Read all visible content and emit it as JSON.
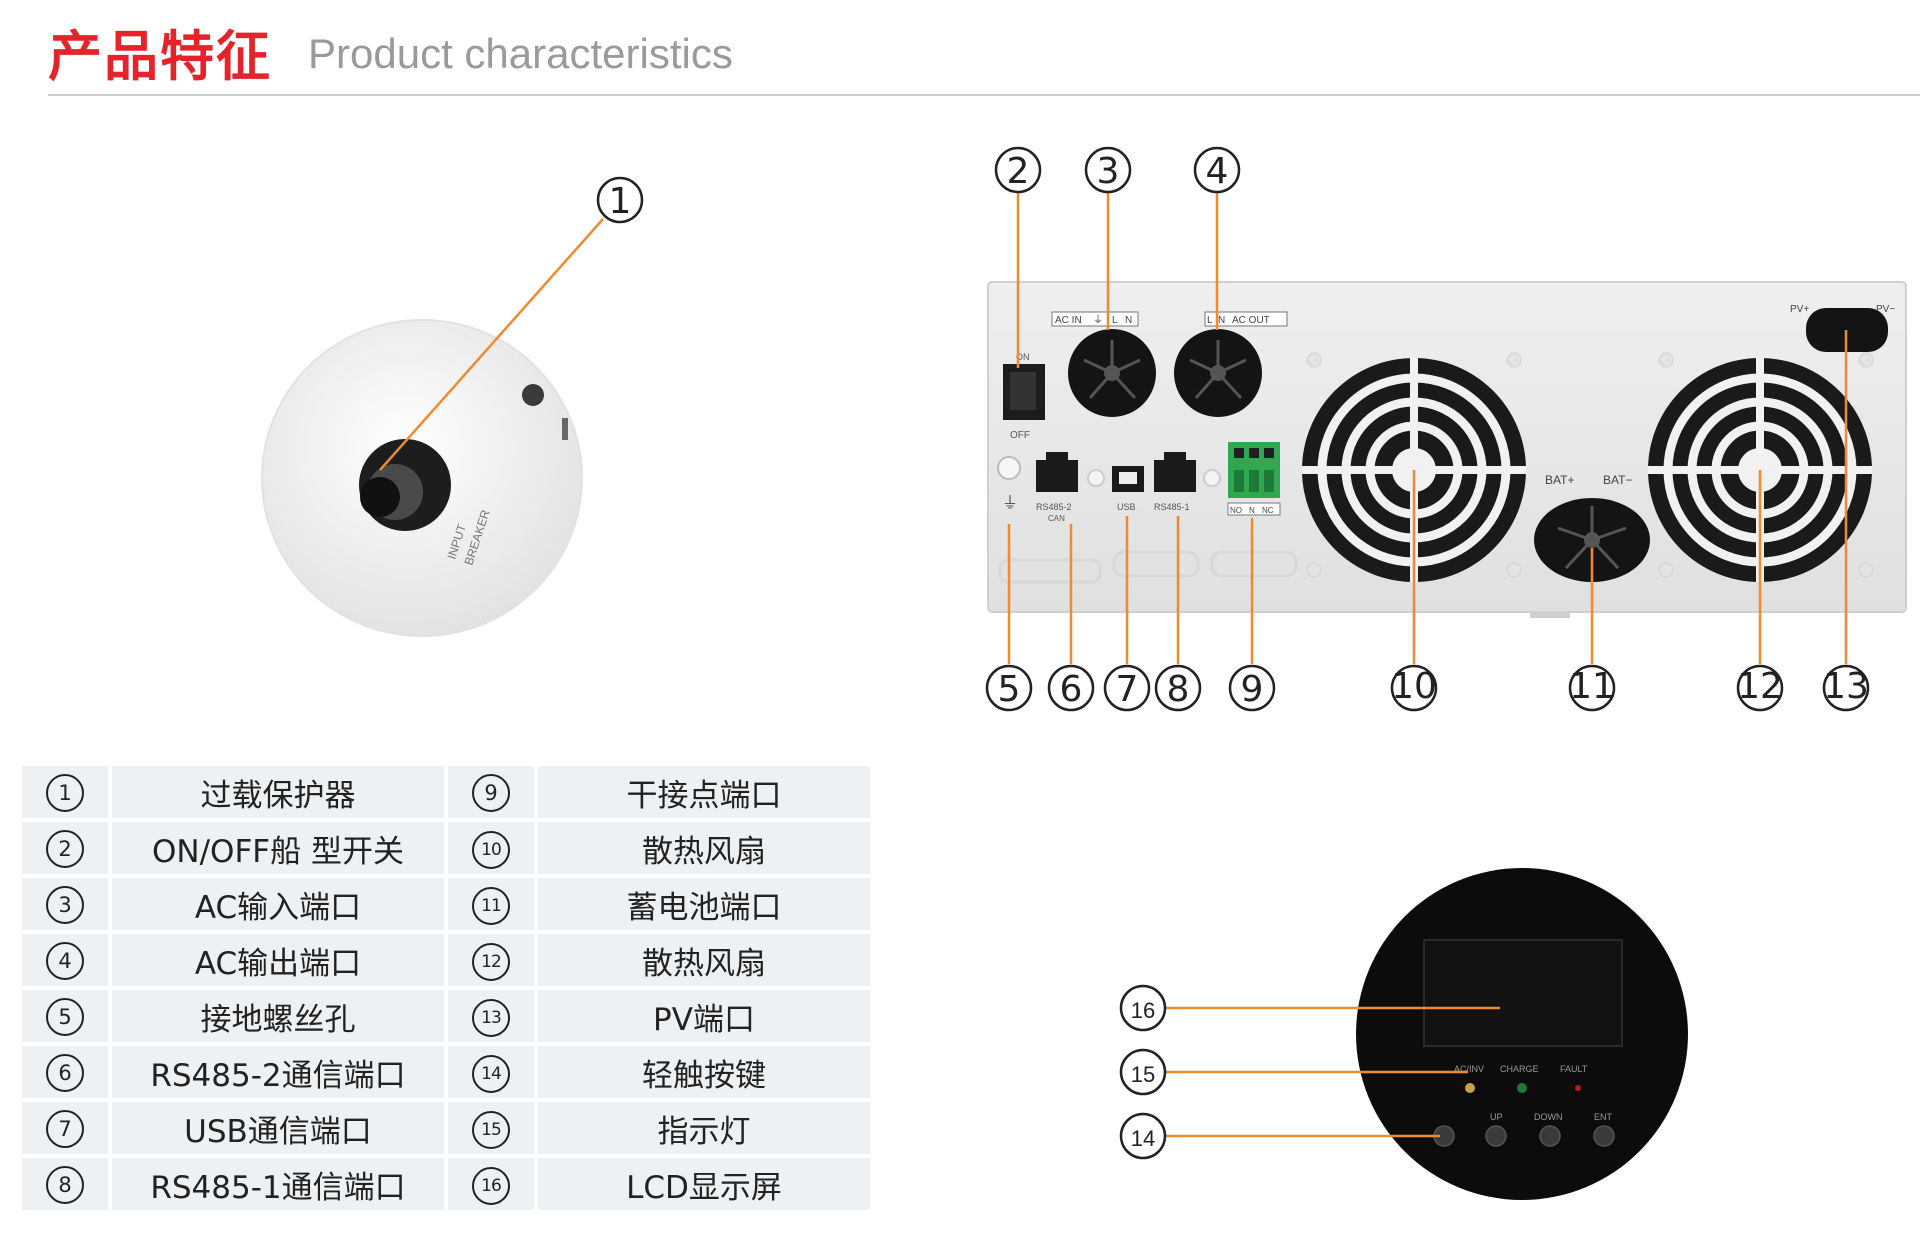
{
  "header": {
    "title": "产品特征",
    "subtitle": "Product characteristics"
  },
  "colors": {
    "accent": "#e4242a",
    "leader_line": "#f08a2c",
    "panel_dark": "#0c0c0c"
  },
  "breaker": {
    "label_line1": "INPUT",
    "label_line2": "BREAKER"
  },
  "rear_panel": {
    "ac_in_label": "AC IN",
    "ac_in_terms": [
      "⏚",
      "L",
      "N"
    ],
    "ac_out_terms": [
      "L",
      "N"
    ],
    "ac_out_label": "AC OUT",
    "switch_on": "ON",
    "switch_off": "OFF",
    "rs485_2_label": "RS485-2",
    "can_label": "CAN",
    "usb_label": "USB",
    "rs485_1_label": "RS485-1",
    "dry_contact_terms": [
      "NO",
      "N",
      "NC"
    ],
    "bat_pos": "BAT+",
    "bat_neg": "BAT−",
    "pv_pos": "PV+",
    "pv_neg": "PV−",
    "ground_symbol": "⏚"
  },
  "front_panel": {
    "leds": [
      "AC/INV",
      "CHARGE",
      "FAULT"
    ],
    "buttons": [
      "UP",
      "DOWN",
      "ENT"
    ]
  },
  "callouts": [
    "①",
    "②",
    "③",
    "④",
    "⑤",
    "⑥",
    "⑦",
    "⑧",
    "⑨",
    "⑩",
    "⑪",
    "⑫",
    "⑬",
    "⑭",
    "⑮",
    "⑯"
  ],
  "features": [
    {
      "num": "1",
      "name": "过载保护器"
    },
    {
      "num": "2",
      "name": "ON/OFF船 型开关"
    },
    {
      "num": "3",
      "name": "AC输入端口"
    },
    {
      "num": "4",
      "name": "AC输出端口"
    },
    {
      "num": "5",
      "name": "接地螺丝孔"
    },
    {
      "num": "6",
      "name": "RS485-2通信端口"
    },
    {
      "num": "7",
      "name": "USB通信端口"
    },
    {
      "num": "8",
      "name": "RS485-1通信端口"
    },
    {
      "num": "9",
      "name": "干接点端口"
    },
    {
      "num": "10",
      "name": "散热风扇"
    },
    {
      "num": "11",
      "name": "蓄电池端口"
    },
    {
      "num": "12",
      "name": "散热风扇"
    },
    {
      "num": "13",
      "name": "PV端口"
    },
    {
      "num": "14",
      "name": "轻触按键"
    },
    {
      "num": "15",
      "name": "指示灯"
    },
    {
      "num": "16",
      "name": "LCD显示屏"
    }
  ]
}
